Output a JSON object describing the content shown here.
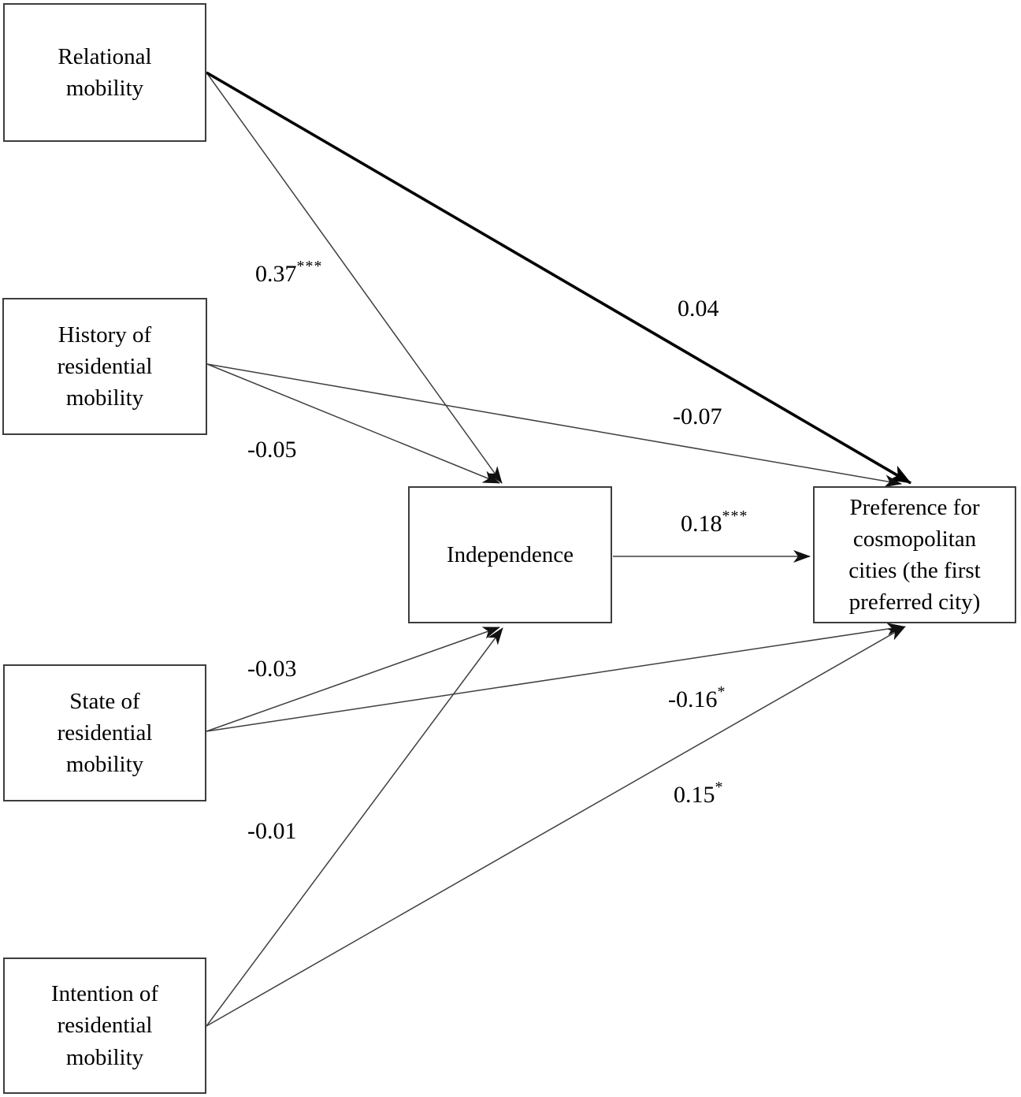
{
  "figure": {
    "background": "#ffffff",
    "text_color": "#000000",
    "line_color": "#3f3f3f",
    "emphasis_line_color": "#000000",
    "arrowhead_color": "#111111"
  },
  "boxes": {
    "relational_mobility": "Relational\nmobility",
    "history_residential_mobility": "History of\nresidential\nmobility",
    "state_residential_mobility": "State of\nresidential\nmobility",
    "intention_residential_mobility": "Intention of\nresidential\nmobility",
    "independence": "Independence",
    "preference_cosmopolitan": "Preference for\ncosmopolitan\ncities (the first\npreferred city)"
  },
  "paths": {
    "relational_to_independence": {
      "from": "relational_mobility",
      "to": "independence",
      "value": "0.37",
      "stars": "***"
    },
    "relational_to_preference": {
      "from": "relational_mobility",
      "to": "preference_cosmopolitan",
      "value": "0.04",
      "stars": "",
      "emphasis": true
    },
    "history_to_independence": {
      "from": "history_residential_mobility",
      "to": "independence",
      "value": "-0.05",
      "stars": ""
    },
    "history_to_preference": {
      "from": "history_residential_mobility",
      "to": "preference_cosmopolitan",
      "value": "-0.07",
      "stars": ""
    },
    "state_to_independence": {
      "from": "state_residential_mobility",
      "to": "independence",
      "value": "-0.03",
      "stars": ""
    },
    "state_to_preference": {
      "from": "state_residential_mobility",
      "to": "preference_cosmopolitan",
      "value": "-0.16",
      "stars": "*"
    },
    "intention_to_independence": {
      "from": "intention_residential_mobility",
      "to": "independence",
      "value": "-0.01",
      "stars": ""
    },
    "intention_to_preference": {
      "from": "intention_residential_mobility",
      "to": "preference_cosmopolitan",
      "value": "0.15",
      "stars": "*"
    },
    "independence_to_preference": {
      "from": "independence",
      "to": "preference_cosmopolitan",
      "value": "0.18",
      "stars": "***"
    }
  }
}
